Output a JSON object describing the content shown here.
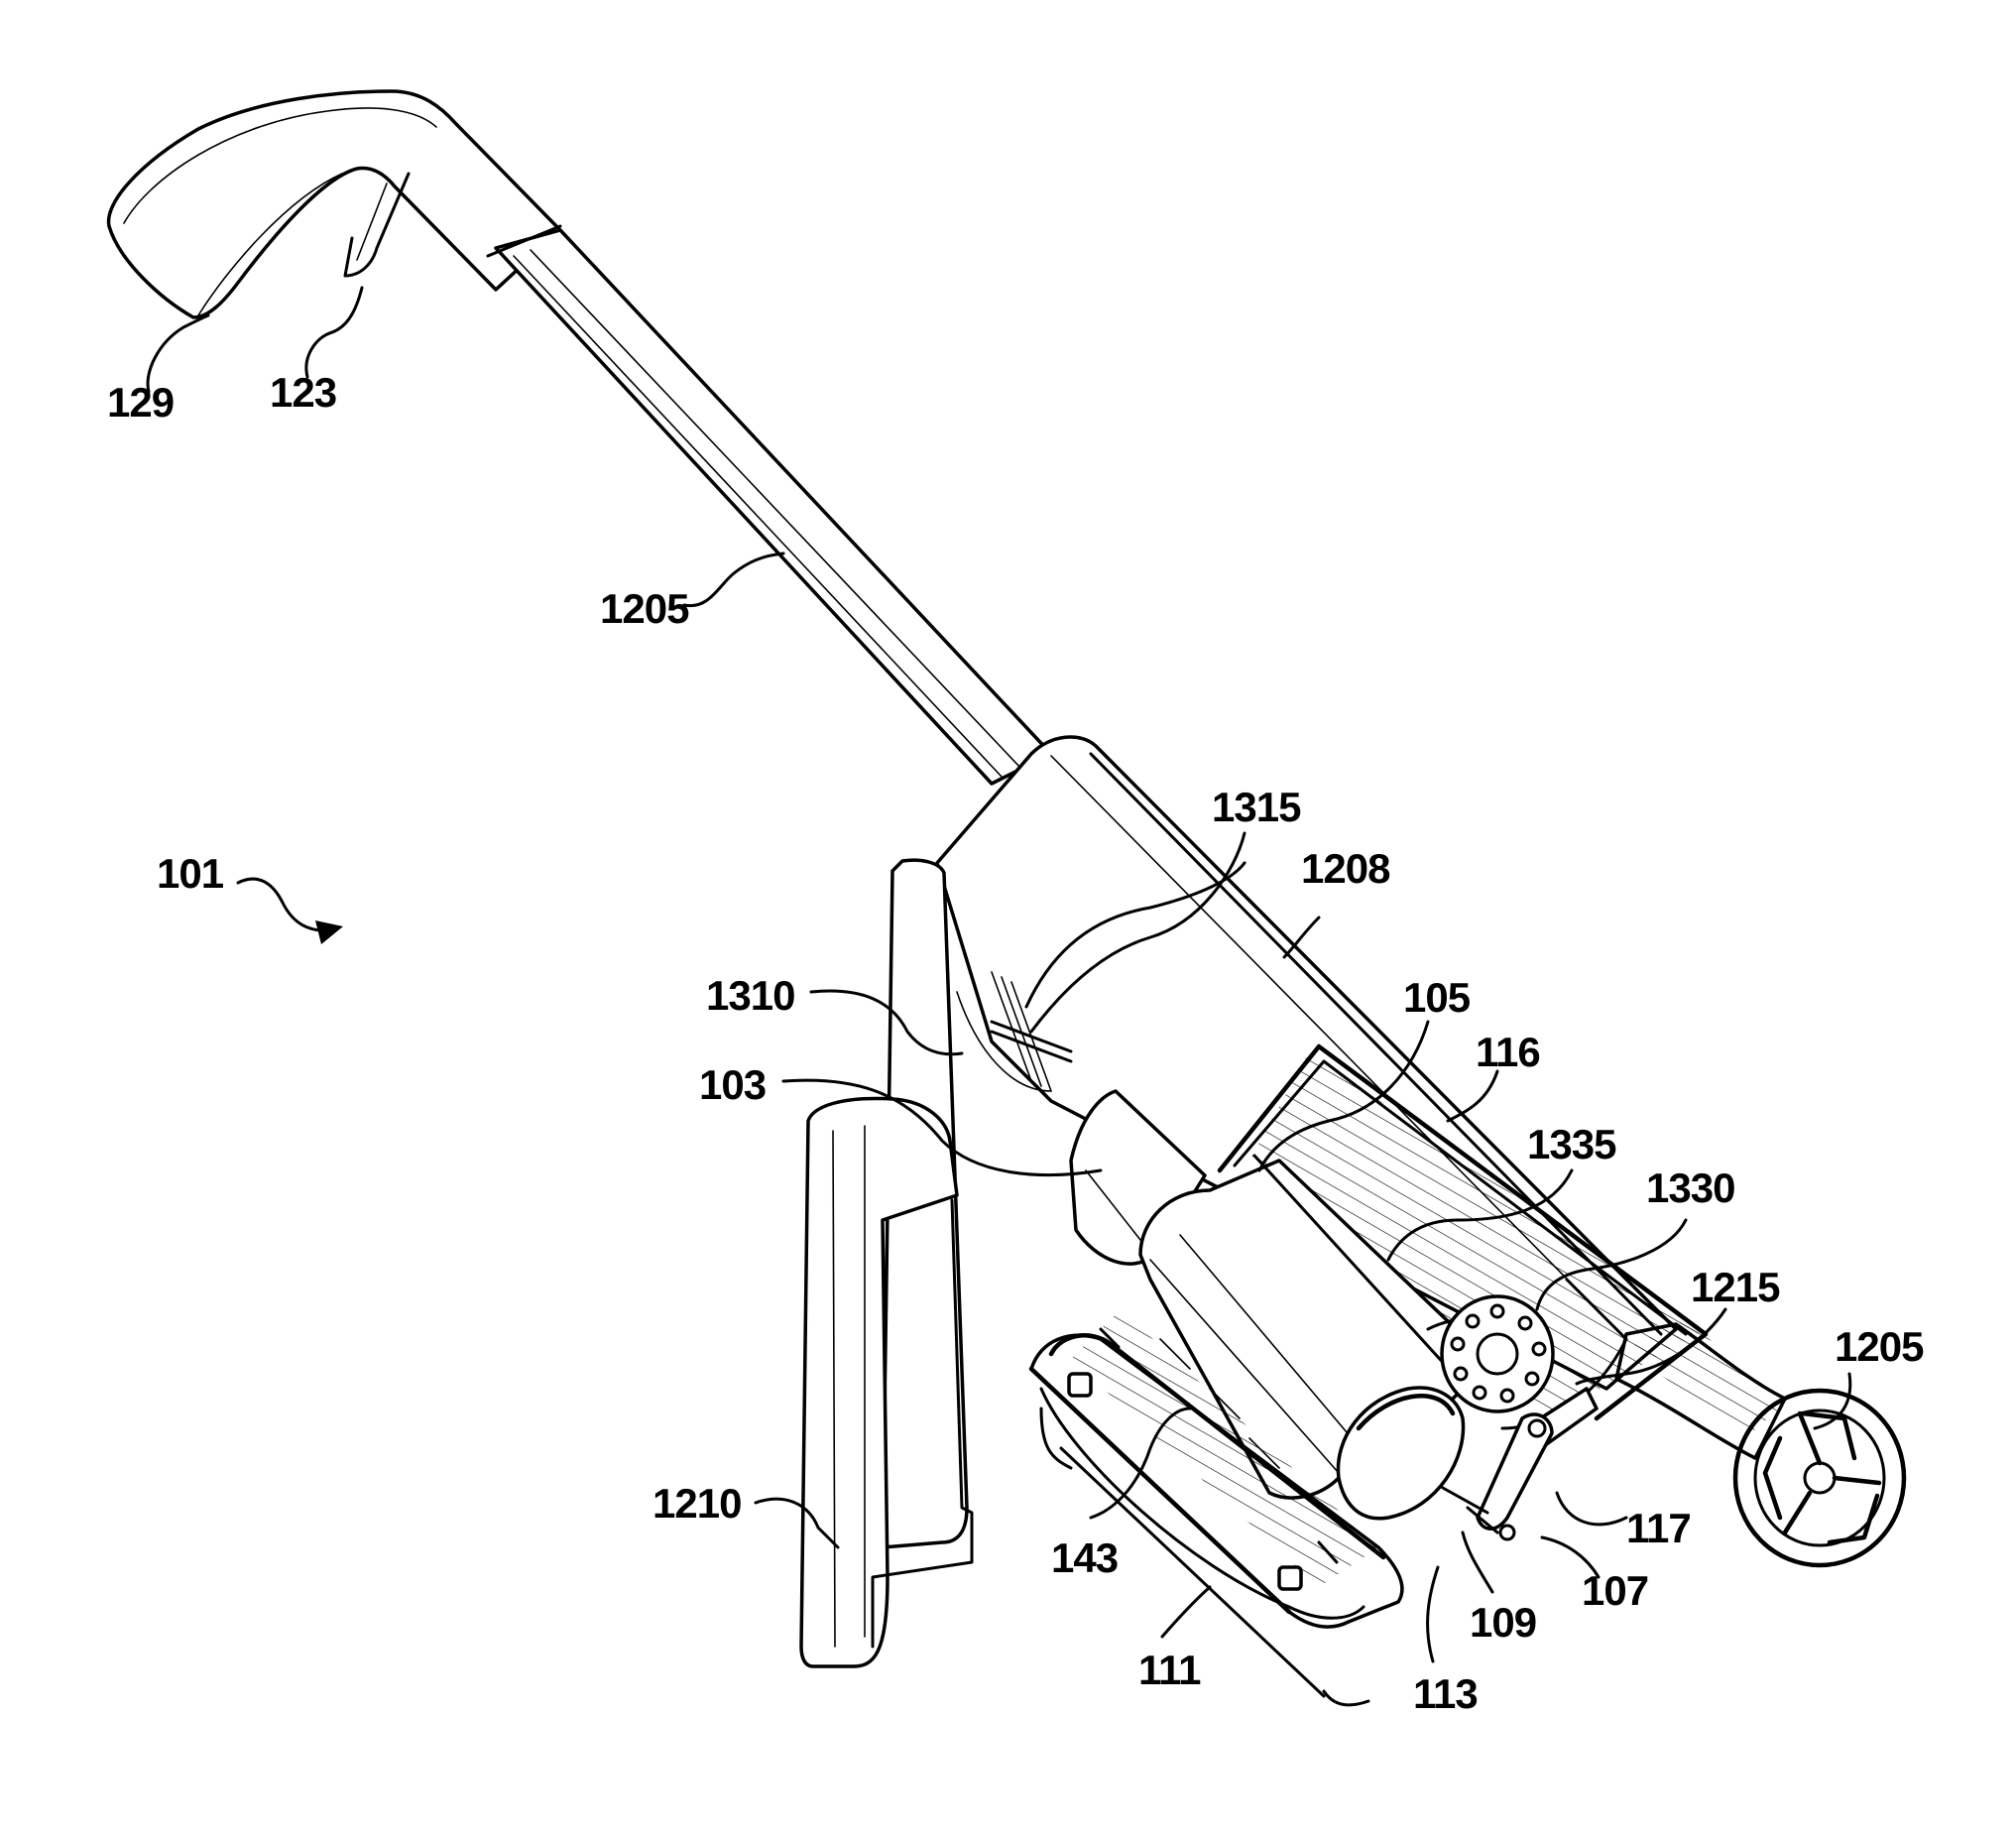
{
  "figure": {
    "reference_labels": {
      "l129": "129",
      "l123": "123",
      "l1205_top": "1205",
      "l101": "101",
      "l1315": "1315",
      "l1208": "1208",
      "l1310": "1310",
      "l103": "103",
      "l105": "105",
      "l116": "116",
      "l1335": "1335",
      "l1330": "1330",
      "l1215": "1215",
      "l1205_wheel": "1205",
      "l1210": "1210",
      "l143": "143",
      "l117": "117",
      "l107": "107",
      "l109": "109",
      "l111": "111",
      "l113": "113"
    }
  }
}
